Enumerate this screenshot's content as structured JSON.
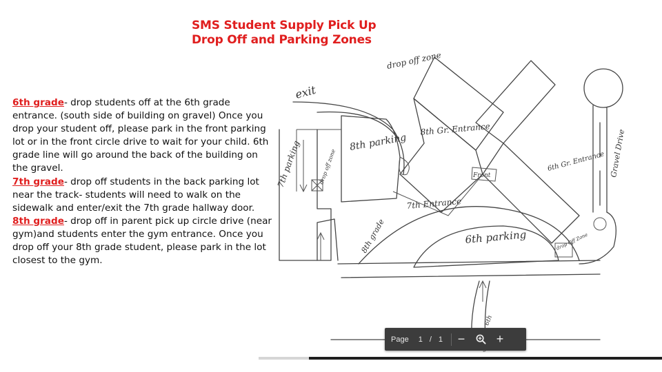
{
  "title": {
    "line1": "SMS Student Supply Pick Up",
    "line2": "Drop Off and Parking Zones"
  },
  "instructions": [
    {
      "grade": "6th grade",
      "text": "- drop students off at the 6th grade entrance. (south side of building on gravel) Once you drop your student off, please park in the front parking lot or in the front circle drive to wait for your child. 6th grade line will go around the back of the building on the gravel."
    },
    {
      "grade": "7th grade",
      "text": "- drop off students in the back parking lot near the track- students will need to walk on the sidewalk and enter/exit the 7th grade hallway door."
    },
    {
      "grade": "8th grade",
      "text": "- drop off in parent pick up circle drive (near gym)and students enter the gym entrance. Once you drop off your 8th grade student, please park in the lot closest to the gym."
    }
  ],
  "map_labels": {
    "exit": "exit",
    "drop_off_zone_top": "drop off zone",
    "parking_8th": "8th parking",
    "entrance_8th": "8th Gr. Entrance",
    "parking_7th": "7th parking",
    "drop_zone_7th": "drop off zone",
    "entrance_7th": "7th Entrance",
    "front": "Front",
    "entrance_6th": "6th Gr. Entrance",
    "gravel_drive": "Gravel Drive",
    "grade_8th_side": "8th grade",
    "parking_6th": "6th parking",
    "drop_zone_6th": "drop Off Zone",
    "hwy": "Hwy",
    "sixth_small": "6th"
  },
  "toolbar": {
    "page_label": "Page",
    "current_page": "1",
    "separator": "/",
    "total_pages": "1",
    "zoom_out": "−",
    "zoom_icon": "zoom-in-icon",
    "zoom_in": "+"
  },
  "colors": {
    "accent": "#e01e1e",
    "toolbar_bg": "#3c3c3c"
  }
}
